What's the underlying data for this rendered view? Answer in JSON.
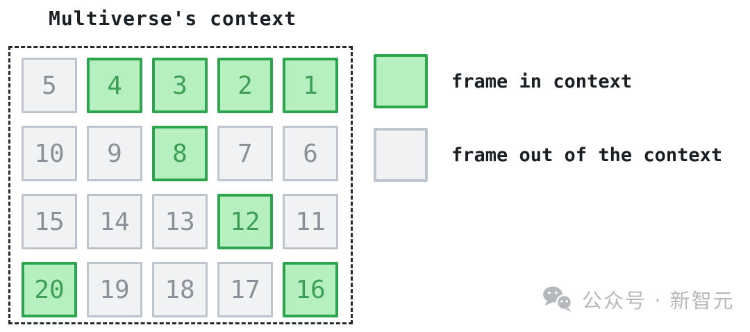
{
  "title": "Multiverse's context",
  "grid": {
    "rows": 4,
    "cols": 5,
    "cells": [
      {
        "value": "5",
        "state": "out"
      },
      {
        "value": "4",
        "state": "in"
      },
      {
        "value": "3",
        "state": "in"
      },
      {
        "value": "2",
        "state": "in"
      },
      {
        "value": "1",
        "state": "in"
      },
      {
        "value": "10",
        "state": "out"
      },
      {
        "value": "9",
        "state": "out"
      },
      {
        "value": "8",
        "state": "in"
      },
      {
        "value": "7",
        "state": "out"
      },
      {
        "value": "6",
        "state": "out"
      },
      {
        "value": "15",
        "state": "out"
      },
      {
        "value": "14",
        "state": "out"
      },
      {
        "value": "13",
        "state": "out"
      },
      {
        "value": "12",
        "state": "in"
      },
      {
        "value": "11",
        "state": "out"
      },
      {
        "value": "20",
        "state": "in"
      },
      {
        "value": "19",
        "state": "out"
      },
      {
        "value": "18",
        "state": "out"
      },
      {
        "value": "17",
        "state": "out"
      },
      {
        "value": "16",
        "state": "in"
      }
    ]
  },
  "legend": {
    "items": [
      {
        "label": "frame in context",
        "state": "in"
      },
      {
        "label": "frame out of the context",
        "state": "out"
      }
    ]
  },
  "watermark": {
    "icon": "wechat-icon",
    "text": "公众号 · 新智元"
  },
  "colors": {
    "in_border": "#2da44e",
    "in_fill": "#b6f0c1",
    "in_text": "#3d9e55",
    "out_border": "#bdc4cc",
    "out_fill": "#f0f2f4",
    "out_text": "#899097",
    "outline": "#24292e",
    "watermark": "#b6b9bc"
  }
}
